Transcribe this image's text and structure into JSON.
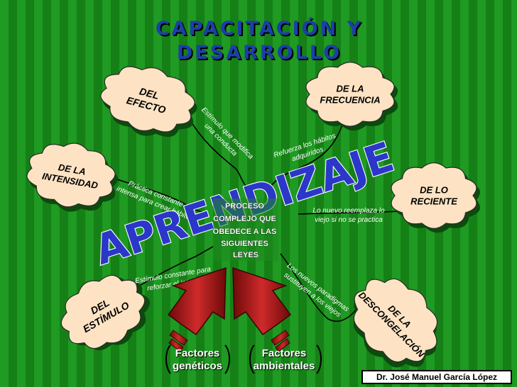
{
  "slide": {
    "title_line1": "CAPACITACIÓN Y",
    "title_line2": "DESARROLLO",
    "footer": "Dr. José Manuel García López",
    "watermark": "APRENDIZAJE",
    "center_lines": [
      "PROCESO",
      "COMPLEJO QUE",
      "OBEDECE A LAS",
      "SIGUIENTES",
      "LEYES"
    ]
  },
  "clouds": [
    {
      "id": "efecto",
      "lines": [
        "DEL",
        "EFECTO"
      ]
    },
    {
      "id": "frecuencia",
      "lines": [
        "DE LA",
        "FRECUENCIA"
      ]
    },
    {
      "id": "intensidad",
      "lines": [
        "DE LA",
        "INTENSIDAD"
      ]
    },
    {
      "id": "reciente",
      "lines": [
        "DE LO",
        "RECIENTE"
      ]
    },
    {
      "id": "estimulo",
      "lines": [
        "DEL",
        "ESTÍMULO"
      ]
    },
    {
      "id": "desconge",
      "lines": [
        "DE LA",
        "DESCONGELACIÓN"
      ]
    }
  ],
  "connectors": [
    {
      "id": "efecto",
      "lines": [
        "Estímulo que modifica",
        "una conducta"
      ]
    },
    {
      "id": "frecuencia",
      "lines": [
        "Refuerza los hábitos",
        "adquiridos"
      ]
    },
    {
      "id": "intensidad",
      "lines": [
        "Práctica constante e",
        "intensa para crear hábitos"
      ]
    },
    {
      "id": "reciente",
      "lines": [
        "Lo nuevo reemplaza lo",
        "viejo si no se practica"
      ]
    },
    {
      "id": "estimulo",
      "lines": [
        "Estímulo constante para",
        "reforzar el interés"
      ]
    },
    {
      "id": "desconge",
      "lines": [
        "Los nuevos paradigmas",
        "sustituyen a los viejos"
      ]
    }
  ],
  "factors": {
    "left": [
      "Factores",
      "genéticos"
    ],
    "right": [
      "Factores",
      "ambientales"
    ]
  },
  "colors": {
    "background": "#1a8a1e",
    "cloud_fill": "#fde3c3",
    "title": "#1c3fa8",
    "arrow": "#b01717",
    "center_text": "#ffffff"
  }
}
